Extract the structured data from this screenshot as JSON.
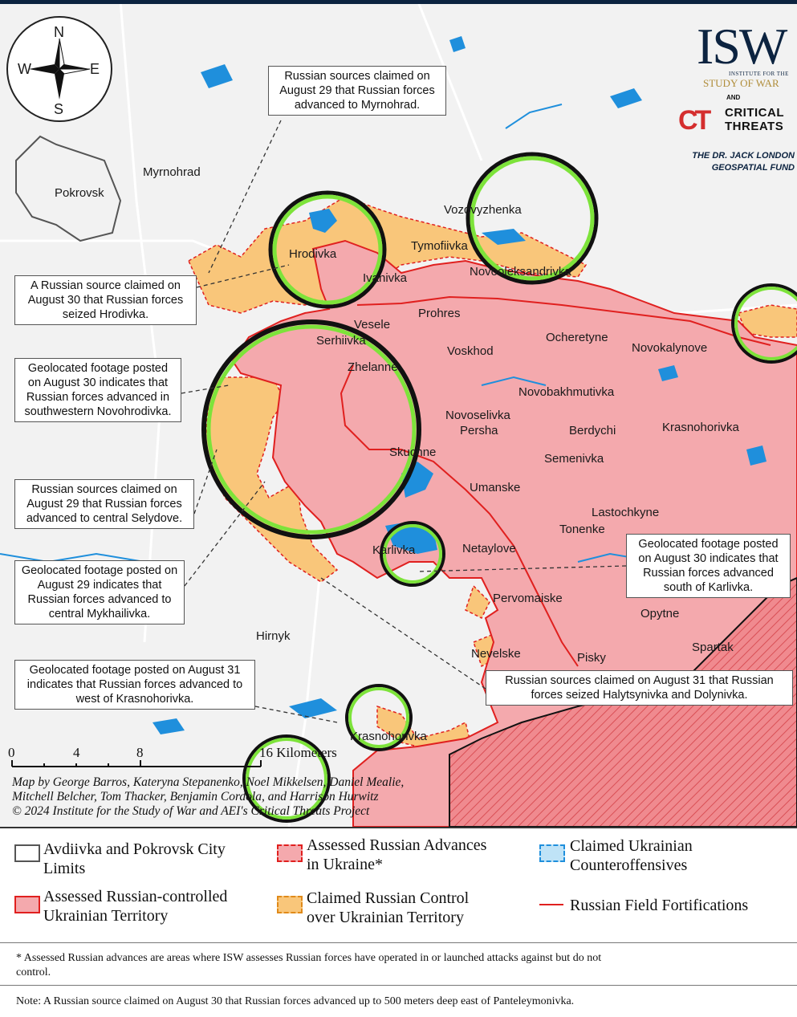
{
  "compass": {
    "n": "N",
    "s": "S",
    "e": "E",
    "w": "W"
  },
  "logo": {
    "isw": "ISW",
    "isw_line1": "INSTITUTE FOR THE",
    "isw_line2": "STUDY OF WAR",
    "and": "AND",
    "ct_mark": "CT",
    "ct_line1": "CRITICAL",
    "ct_line2": "THREATS",
    "fund_line1": "THE DR. JACK LONDON",
    "fund_line2": "GEOSPATIAL FUND"
  },
  "places": {
    "myrnohrad": "Myrnohrad",
    "pokrovsk": "Pokrovsk",
    "hrodivka": "Hrodivka",
    "vozdvyzhenka": "Vozdvyzhenka",
    "tymofiivka": "Tymofiivka",
    "novooleksandrivka": "Novooleksandrivka",
    "ivanivka": "Ivanivka",
    "prohres": "Prohres",
    "vesele": "Vesele",
    "serhiivka": "Serhiivka",
    "voskhod": "Voskhod",
    "ocheretyne": "Ocheretyne",
    "novokalynove": "Novokalynove",
    "zhelanne": "Zhelanne",
    "novobakhmutivka": "Novobakhmutivka",
    "novoselivka_persha_1": "Novoselivka",
    "novoselivka_persha_2": "Persha",
    "berdychi": "Berdychi",
    "krasnohorivka_east": "Krasnohorivka",
    "skuchne": "Skuchne",
    "semenivka": "Semenivka",
    "umanske": "Umanske",
    "lastochkyne": "Lastochkyne",
    "tonenke": "Tonenke",
    "karlivka": "Karlivka",
    "netaylove": "Netaylove",
    "pervomaiske": "Pervomaiske",
    "opytne": "Opytne",
    "hirnyk": "Hirnyk",
    "spartak": "Spartak",
    "nevelske": "Nevelske",
    "pisky": "Pisky",
    "krasnohorivka_south": "Krasnohorivka"
  },
  "callouts": {
    "myrnohrad": "Russian sources claimed on August 29 that Russian forces advanced to Myrnohrad.",
    "hrodivka": "A Russian source claimed on August 30 that Russian forces seized Hrodivka.",
    "novohrodivka": "Geolocated footage posted on August 30 indicates that Russian forces advanced in southwestern Novohrodivka.",
    "selydove": "Russian sources claimed on August 29 that Russian forces advanced to central Selydove.",
    "mykhailivka": "Geolocated footage posted on August 29 indicates that Russian forces advanced to central Mykhailivka.",
    "krasnohorivka": "Geolocated footage posted on August 31 indicates that Russian forces advanced to west of Krasnohorivka.",
    "karlivka": "Geolocated footage posted on August 30 indicates that Russian forces advanced south of Karlivka.",
    "halytsynivka": "Russian sources claimed on August 31 that Russian forces seized Halytsynivka and Dolynivka."
  },
  "scale": {
    "t0": "0",
    "t4": "4",
    "t8": "8",
    "t16": "16 Kilometers"
  },
  "credits": {
    "line1": "Map by George Barros, Kateryna Stepanenko, Noel Mikkelsen, Daniel Mealie,",
    "line2": "Mitchell Belcher, Tom Thacker, Benjamin Cordola, and Harrison Hurwitz",
    "line3": "© 2024 Institute for the Study of War and AEI's Critical Threats Project"
  },
  "legend": {
    "city_limits_1": "Avdiivka and Pokrovsk City",
    "city_limits_2": "Limits",
    "advances_1": "Assessed Russian Advances",
    "advances_2": "in Ukraine*",
    "counteroffensives_1": "Claimed Ukrainian",
    "counteroffensives_2": "Counteroffensives",
    "controlled_1": "Assessed Russian-controlled",
    "controlled_2": "Ukrainian Territory",
    "claimed_1": "Claimed Russian Control",
    "claimed_2": "over Ukrainian Territory",
    "fortifications": "Russian Field Fortifications",
    "footnote_1": "* Assessed Russian advances are areas where ISW assesses Russian forces have operated in or launched attacks against but do not",
    "footnote_2": "control.",
    "note": "Note: A Russian source claimed on August 30 that Russian forces advanced up to 500 meters deep east of Panteleymonivka."
  },
  "colors": {
    "russian_control": "#f4a9ad",
    "claimed": "#f9c67a",
    "border_red": "#e0201f",
    "circle_green": "#7de33a",
    "water": "#1f8fdc",
    "navy": "#0c2340"
  }
}
